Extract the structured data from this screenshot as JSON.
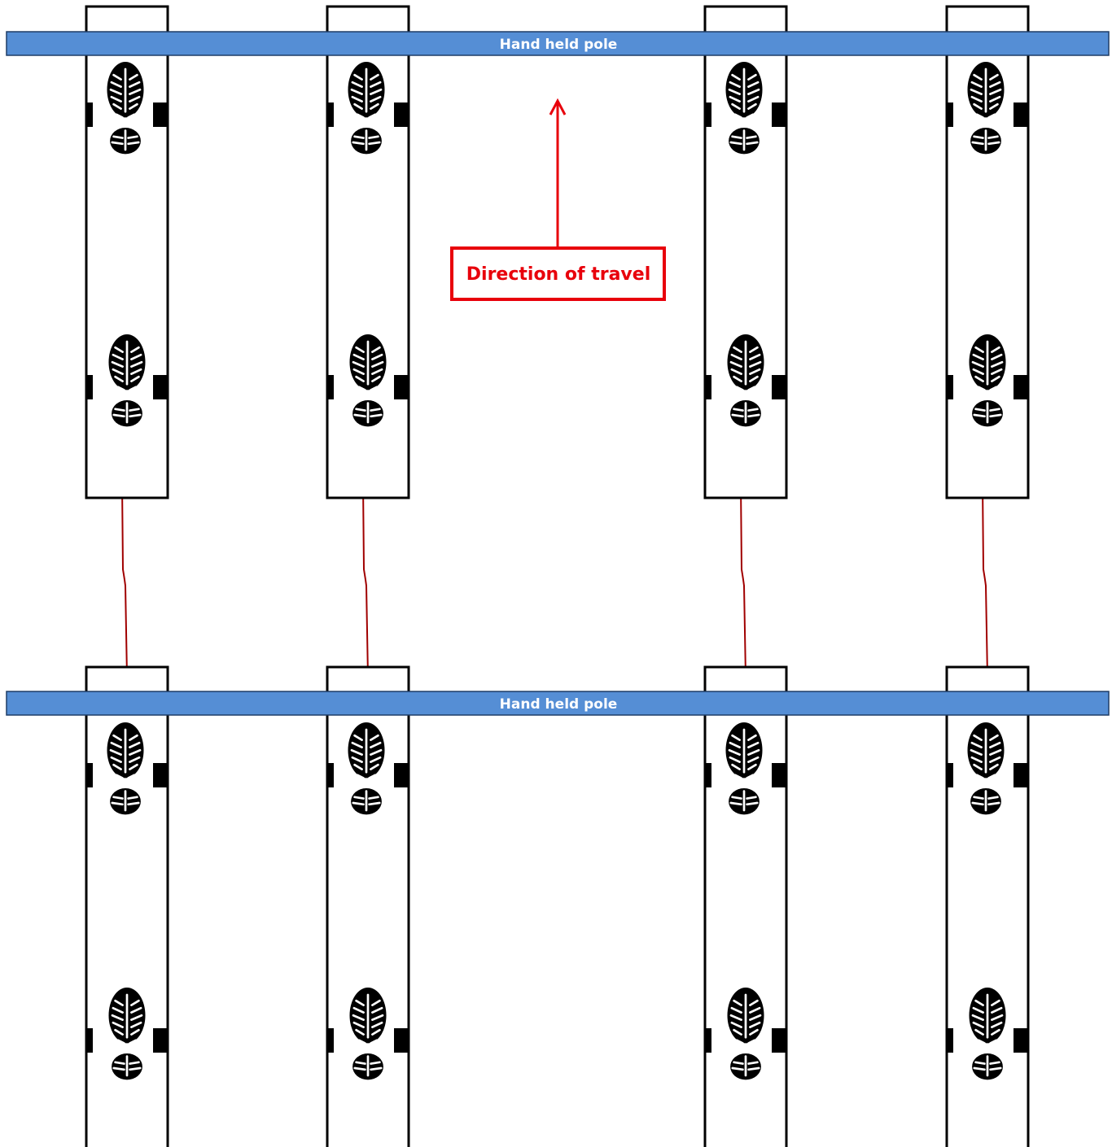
{
  "poles": [
    {
      "label": "Hand held pole"
    },
    {
      "label": "Hand held pole"
    }
  ],
  "direction": {
    "label": "Direction of travel"
  },
  "colors": {
    "pole": "#558ed5",
    "pole_border": "#1f3d66",
    "accent": "#e8000b",
    "tether": "#a00000",
    "board_border": "#000000",
    "boot": "#000000"
  },
  "boards_per_row": 4,
  "boots_per_board": 2,
  "icons": {
    "boot": "boot-print-icon",
    "arrow": "arrow-up-icon"
  }
}
